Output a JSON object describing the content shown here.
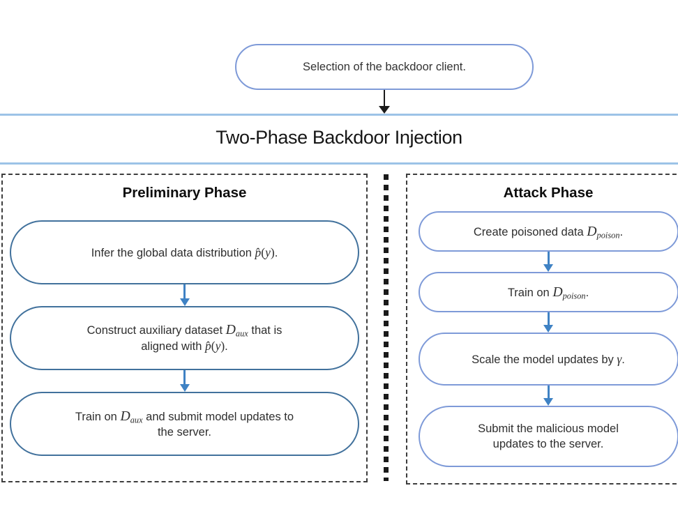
{
  "top_node": {
    "label": "Selection of the backdoor client."
  },
  "banner": {
    "title": "Two-Phase Backdoor Injection"
  },
  "phases": [
    {
      "id": "preliminary",
      "title": "Preliminary Phase",
      "steps": [
        {
          "text": "Infer the global data distribution p̂(y).",
          "html": "Infer the global data distribution <span class=\"math\"><i>p̂</i>(<i>y</i>)</span>."
        },
        {
          "text": "Construct auxiliary dataset D_aux that is aligned with p̂(y).",
          "html": "Construct auxiliary dataset <span class=\"mvar\">D</span><sub class=\"msub\">aux</sub> that is<br>aligned with <span class=\"math\"><i>p̂</i>(<i>y</i>)</span>."
        },
        {
          "text": "Train on D_aux and submit model updates to the server.",
          "html": "Train on <span class=\"mvar\">D</span><sub class=\"msub\">aux</sub> and submit model updates to<br>the server."
        }
      ]
    },
    {
      "id": "attack",
      "title": "Attack Phase",
      "steps": [
        {
          "text": "Create poisoned data D_poison.",
          "html": "Create poisoned data <span class=\"mvar\">D</span><sub class=\"msub\">poison</sub>."
        },
        {
          "text": "Train on D_poison.",
          "html": "Train on <span class=\"mvar\">D</span><sub class=\"msub\">poison</sub>."
        },
        {
          "text": "Scale the model updates by γ.",
          "html": "Scale the model updates by <span class=\"math\"><i>γ</i></span>."
        },
        {
          "text": "Submit the malicious model updates to the server.",
          "html": "Submit the malicious model<br>updates to the server."
        }
      ]
    }
  ],
  "colors": {
    "pill_border": "#7e9ad8",
    "left_box_border": "#41719c",
    "right_box_border": "#7e9ad8",
    "banner_line": "#9cc3e7",
    "arrow_blue": "#3f82c4",
    "arrow_black": "#1a1a1a",
    "dashed_border": "#3d3d3d",
    "text": "#2e2e2e"
  }
}
